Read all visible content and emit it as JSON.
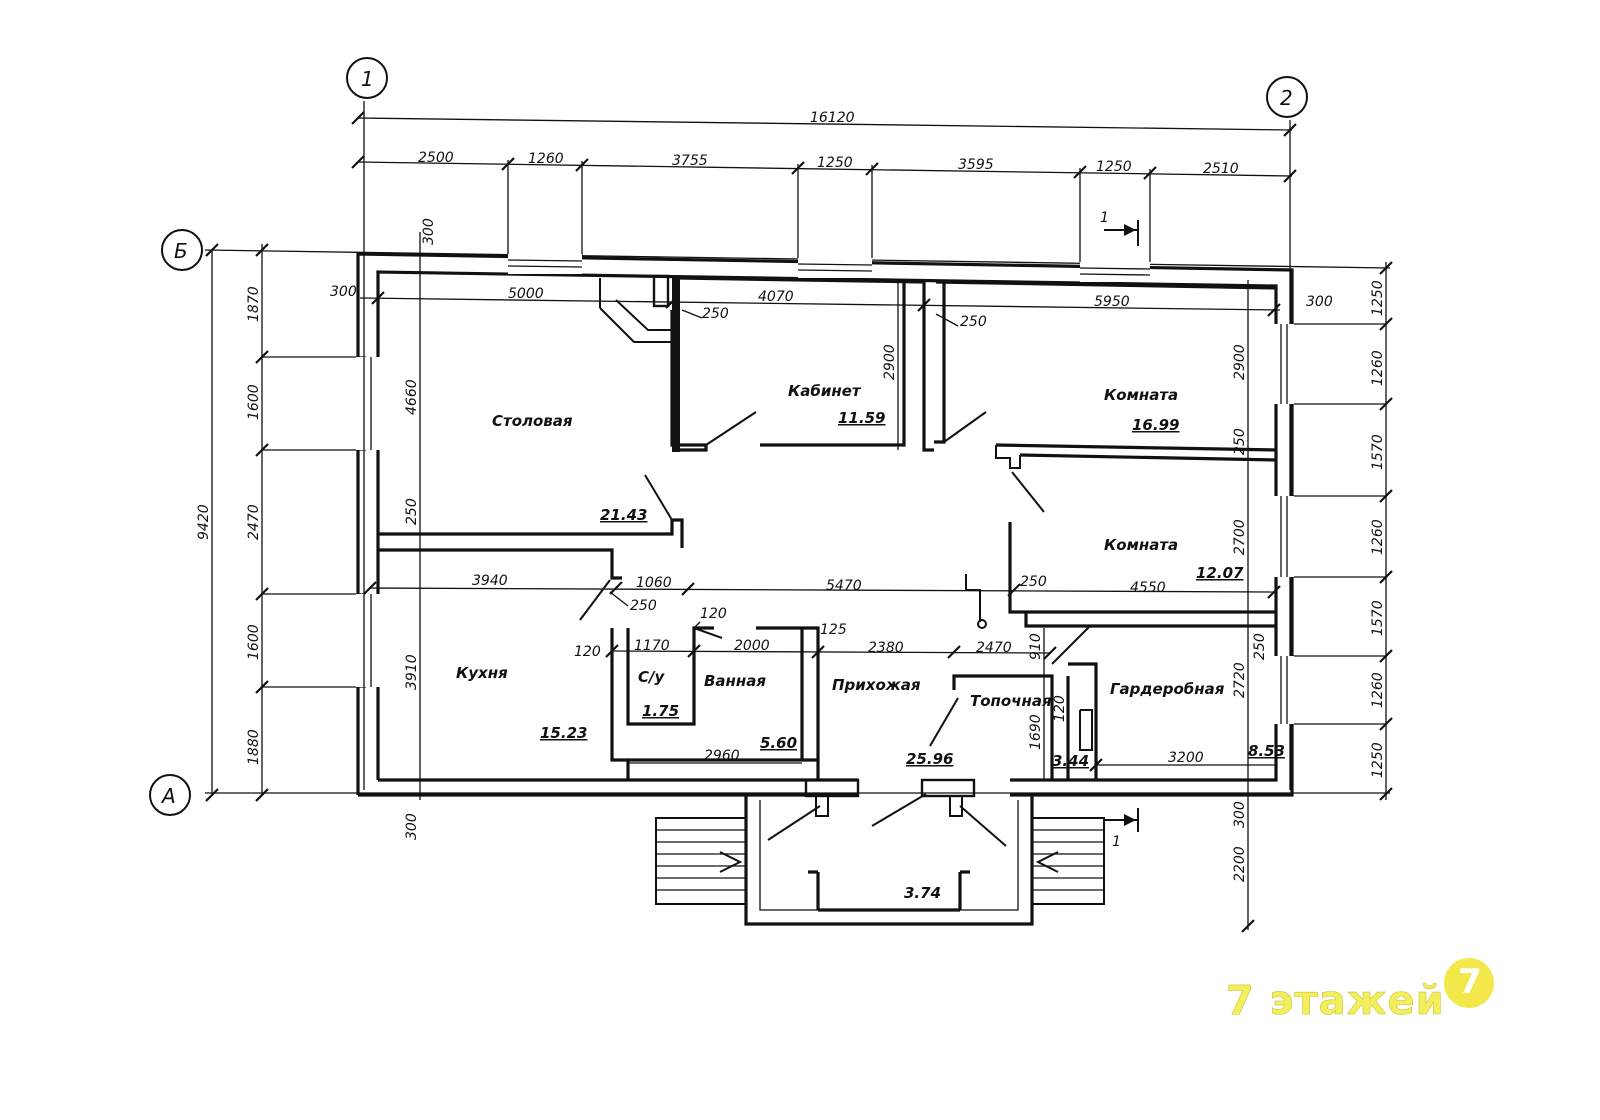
{
  "axes": {
    "col1": "1",
    "col2": "2",
    "rowA": "А",
    "rowB": "Б"
  },
  "rooms": {
    "dining": {
      "name": "Столовая",
      "area": "21.43"
    },
    "study": {
      "name": "Кабинет",
      "area": "11.59"
    },
    "room1": {
      "name": "Комната",
      "area": "16.99"
    },
    "room2": {
      "name": "Комната",
      "area": "12.07"
    },
    "kitchen": {
      "name": "Кухня",
      "area": "15.23"
    },
    "wc": {
      "name": "С/у",
      "area": "1.75"
    },
    "bath": {
      "name": "Ванная",
      "area": "5.60"
    },
    "hall": {
      "name": "Прихожая",
      "area": "25.96"
    },
    "boiler": {
      "name": "Топочная",
      "area": "3.44"
    },
    "wardrobe": {
      "name": "Гардеробная",
      "area": "8.53"
    },
    "porch": {
      "area": "3.74"
    }
  },
  "dims": {
    "total_width": "16120",
    "top_chain": [
      "2500",
      "1260",
      "3755",
      "1250",
      "3595",
      "1250",
      "2510"
    ],
    "total_height": "9420",
    "left_chain": [
      "1870",
      "1600",
      "2470",
      "1600",
      "1880"
    ],
    "right_chain": [
      "1250",
      "1260",
      "1570",
      "1260",
      "1570",
      "1260",
      "1250"
    ],
    "inner_top": [
      "5000",
      "4070",
      "5950"
    ],
    "inner_mid": [
      "3940",
      "1060",
      "5470",
      "4550"
    ],
    "inner_low": [
      "1170",
      "2000",
      "2380",
      "2470"
    ],
    "inner_bottom": [
      "2960",
      "3200"
    ],
    "d300a": "300",
    "d300b": "300",
    "d300c": "300",
    "d300d": "300",
    "d300e": "300",
    "d250a": "250",
    "d250b": "250",
    "d250c": "250",
    "d250d": "250",
    "d250e": "250",
    "d250f": "250",
    "d250g": "250",
    "d4660": "4660",
    "d3910": "3910",
    "d2900a": "2900",
    "d2900b": "2900",
    "d2700": "2700",
    "d2720": "2720",
    "d910": "910",
    "d1690": "1690",
    "d120a": "120",
    "d120b": "120",
    "d120c": "120",
    "d125": "125",
    "d2200": "2200"
  },
  "section_mark": "1",
  "section_mark_b": "1",
  "watermark": {
    "text": "7 этажей",
    "symbol": "7"
  }
}
